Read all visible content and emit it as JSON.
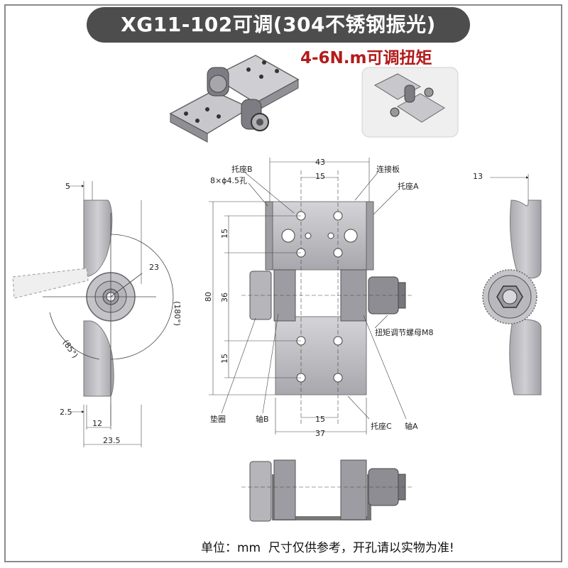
{
  "title": "XG11-102可调(304不锈钢振光)",
  "torque_label": "4-6N.m可调扭矩",
  "footer_note": "单位：mm  尺寸仅供参考，开孔请以实物为准!",
  "colors": {
    "title_bg": "#4d4d4d",
    "accent_red": "#b31b1b",
    "metal": "#b9b9bd",
    "metal_dark": "#6e6e73",
    "frame": "#8a8a8a"
  },
  "left_view": {
    "dim_top": "5",
    "dim_radius": "23",
    "dim_angle_180": "(180°)",
    "dim_angle_85": "(85°)",
    "dim_bottom_a": "2.5",
    "dim_bottom_b": "12",
    "dim_bottom_c": "23.5"
  },
  "front_view": {
    "dim_width_top": "43",
    "dim_hole_top": "15",
    "dim_height": "80",
    "dim_pitch_top": "15",
    "dim_pitch_mid": "36",
    "dim_pitch_bottom": "15",
    "dim_hole_bottom": "15",
    "dim_width_bottom": "37",
    "label_holes": "8×ϕ4.5孔",
    "label_seat_b": "托座B",
    "label_connector": "连接板",
    "label_seat_a": "托座A",
    "label_nut": "扭矩调节螺母M8",
    "label_washer": "垫圈",
    "label_shaft_b": "轴B",
    "label_seat_c": "托座C",
    "label_shaft_a": "轴A"
  },
  "right_view": {
    "dim_top": "13"
  }
}
